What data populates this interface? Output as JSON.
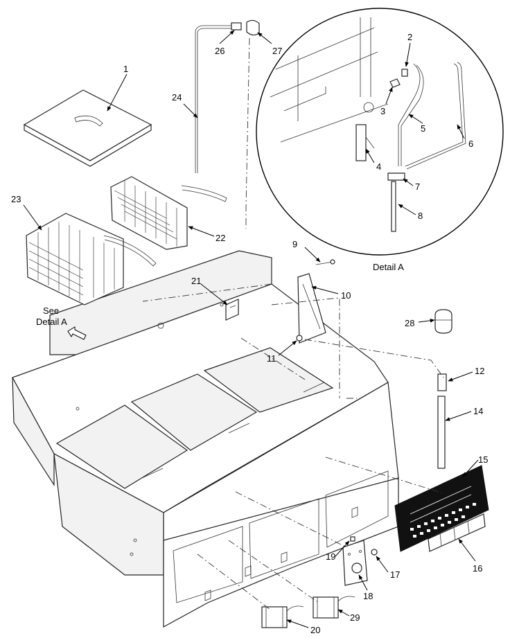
{
  "callouts": {
    "c1": "1",
    "c2": "2",
    "c3": "3",
    "c4": "4",
    "c5": "5",
    "c6": "6",
    "c7": "7",
    "c8": "8",
    "c9": "9",
    "c10": "10",
    "c11": "11",
    "c12": "12",
    "c14": "14",
    "c15": "15",
    "c16": "16",
    "c17": "17",
    "c18": "18",
    "c19": "19",
    "c20": "20",
    "c21": "21",
    "c22": "22",
    "c23": "23",
    "c24": "24",
    "c26": "26",
    "c27": "27",
    "c28": "28",
    "c29": "29"
  },
  "detail_label": "Detail A",
  "see_note": {
    "line1": "See",
    "line2": "Detail A"
  }
}
